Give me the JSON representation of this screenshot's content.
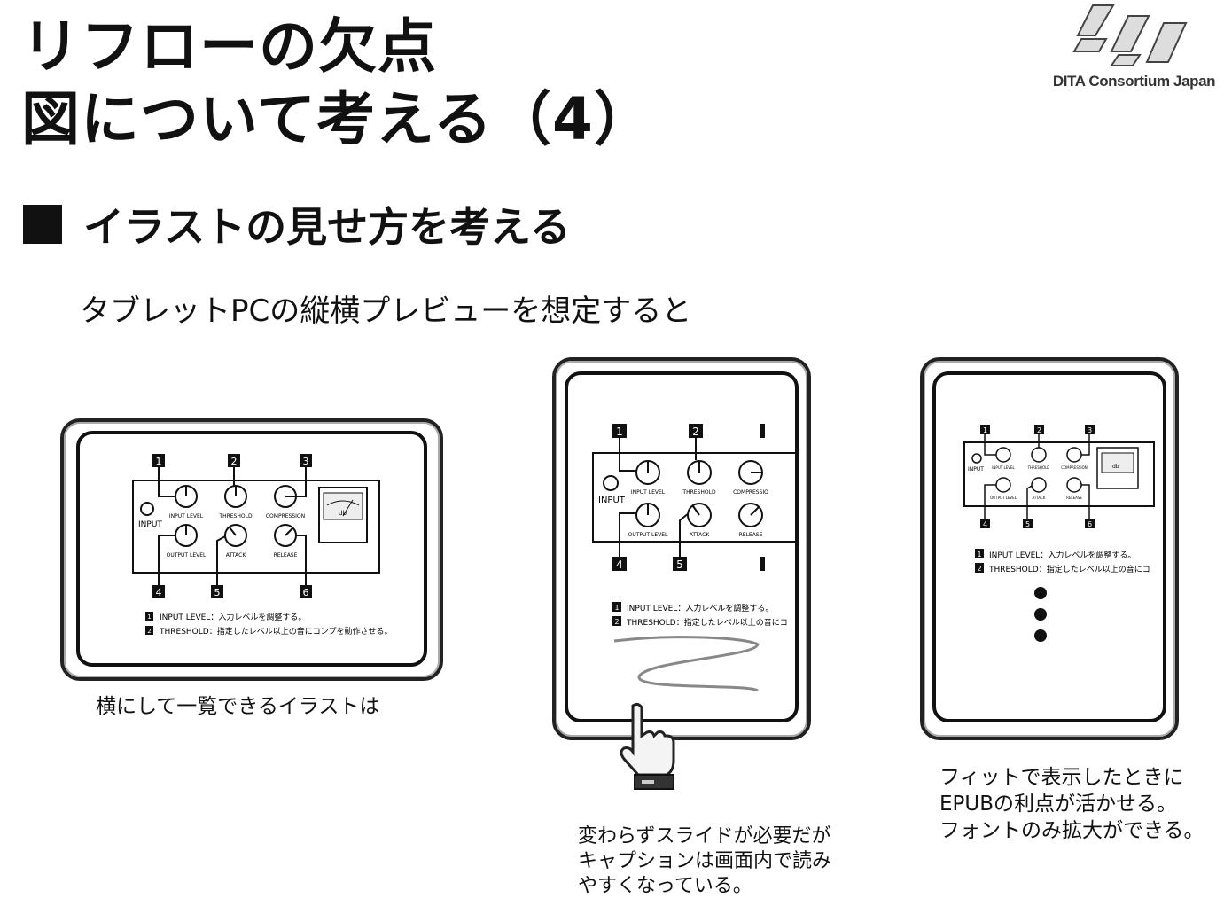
{
  "header": {
    "title_line1": "リフローの欠点",
    "title_line2": "図について考える（4）",
    "logo_text": "DITA Consortium Japan"
  },
  "section": {
    "heading": "イラストの見せ方を考える"
  },
  "subtitle": "タブレットPCの縦横プレビューを想定すると",
  "panel": {
    "input_label": "INPUT",
    "knobs": [
      "INPUT LEVEL",
      "THRESHOLD",
      "COMPRESSION",
      "OUTPUT LEVEL",
      "ATTACK",
      "RELEASE"
    ],
    "numbers": [
      "1",
      "2",
      "3",
      "4",
      "5",
      "6"
    ],
    "meter_label": "db",
    "legend": [
      {
        "num": "1",
        "text": "INPUT LEVEL：入力レベルを調整する。"
      },
      {
        "num": "2",
        "text": "THRESHOLD：指定したレベル以上の音にコンプを動作させる。"
      }
    ],
    "legend_cut": [
      {
        "num": "1",
        "text": "INPUT LEVEL：入力レベルを調整する。"
      },
      {
        "num": "2",
        "text": "THRESHOLD：指定したレベル以上の音にコ"
      }
    ],
    "legend_small": [
      {
        "num": "1",
        "text": "INPUT LEVEL：入力レベルを調整する。"
      },
      {
        "num": "2",
        "text": "THRESHOLD：指定したレベル以上の音にコ"
      }
    ],
    "compression_cut": "COMPRESSIO"
  },
  "captions": {
    "left": "横にして一覧できるイラストは",
    "middle": "変わらずスライドが必要だが\nキャプションは画面内で読み\nやすくなっている。",
    "right": "フィットで表示したときに\nEPUBの利点が活かせる。\nフォントのみ拡大ができる。"
  }
}
